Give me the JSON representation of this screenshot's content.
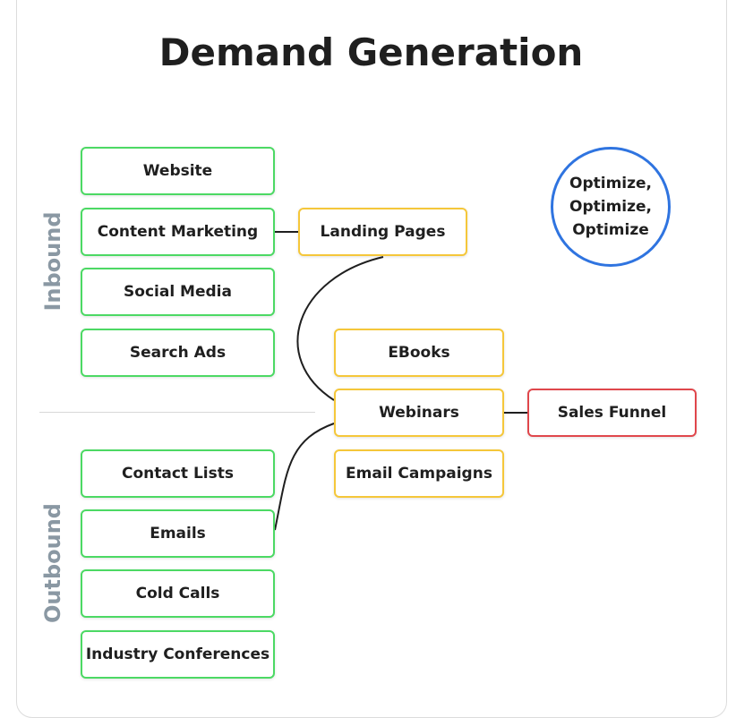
{
  "title": "Demand Generation",
  "labels": {
    "inbound": "Inbound",
    "outbound": "Outbound"
  },
  "inbound_sources": [
    "Website",
    "Content Marketing",
    "Social Media",
    "Search Ads"
  ],
  "outbound_sources": [
    "Contact Lists",
    "Emails",
    "Cold Calls",
    "Industry Conferences"
  ],
  "landing_pages": "Landing Pages",
  "assets": [
    "EBooks",
    "Webinars",
    "Email Campaigns"
  ],
  "sales_funnel": "Sales Funnel",
  "optimize_lines": [
    "Optimize,",
    "Optimize,",
    "Optimize"
  ],
  "colors": {
    "source_border": "#4cd964",
    "asset_border": "#f5c73a",
    "funnel_border": "#e0474c",
    "optimize_border": "#2f74e0",
    "side_label": "#8a98a3"
  }
}
